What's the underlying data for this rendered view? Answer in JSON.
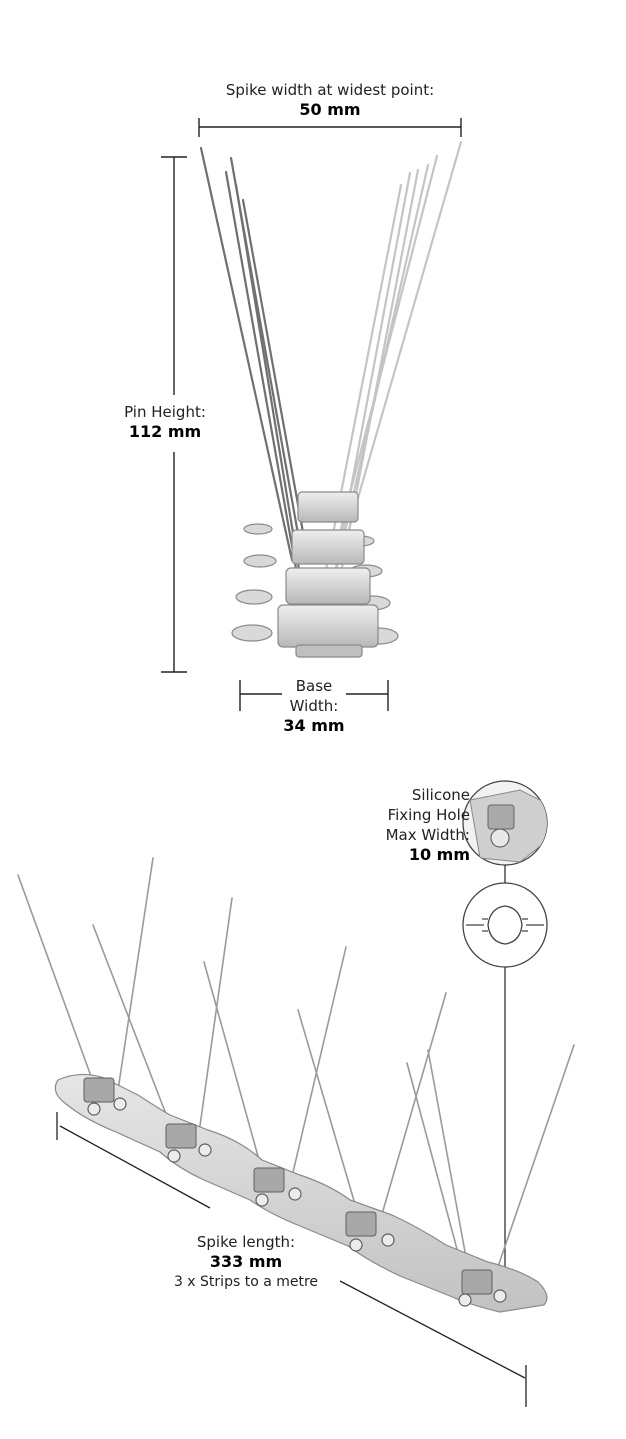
{
  "spike_width": {
    "title": "Spike width at widest point:",
    "value": "50 mm"
  },
  "pin_height": {
    "title": "Pin Height:",
    "value": "112 mm"
  },
  "base_width": {
    "line1": "Base",
    "line2": "Width:",
    "value": "34 mm"
  },
  "fixing_hole": {
    "line1": "Silicone",
    "line2": "Fixing Hole",
    "line3": "Max Width:",
    "value": "10 mm"
  },
  "spike_length": {
    "title": "Spike length:",
    "value": "333 mm",
    "note": "3 x Strips to a metre"
  },
  "colors": {
    "line": "#222222",
    "pin_dark": "#6f6f6f",
    "pin_light": "#bdbdbd",
    "base": "#d4d4d4",
    "base_stroke": "#8a8a8a"
  }
}
